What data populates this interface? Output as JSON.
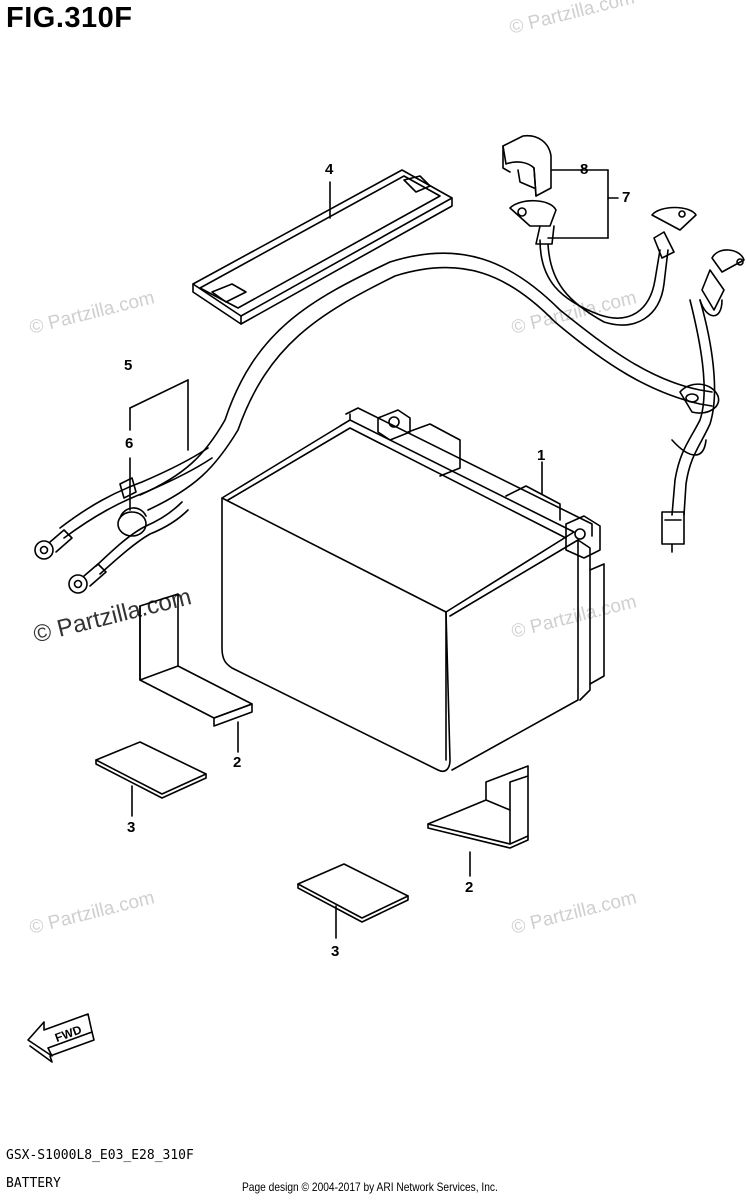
{
  "figure": {
    "title": "FIG.310F",
    "code": "GSX-S1000L8_E03_E28_310F",
    "name": "BATTERY"
  },
  "callouts": {
    "c1": "1",
    "c2a": "2",
    "c2b": "2",
    "c3a": "3",
    "c3b": "3",
    "c4": "4",
    "c5": "5",
    "c6": "6",
    "c7": "7",
    "c8": "8"
  },
  "fwd_label": "FWD",
  "watermarks": {
    "text": "© Partzilla.com"
  },
  "footer": {
    "copyright": "Page design © 2004-2017 by ARI Network Services, Inc."
  }
}
